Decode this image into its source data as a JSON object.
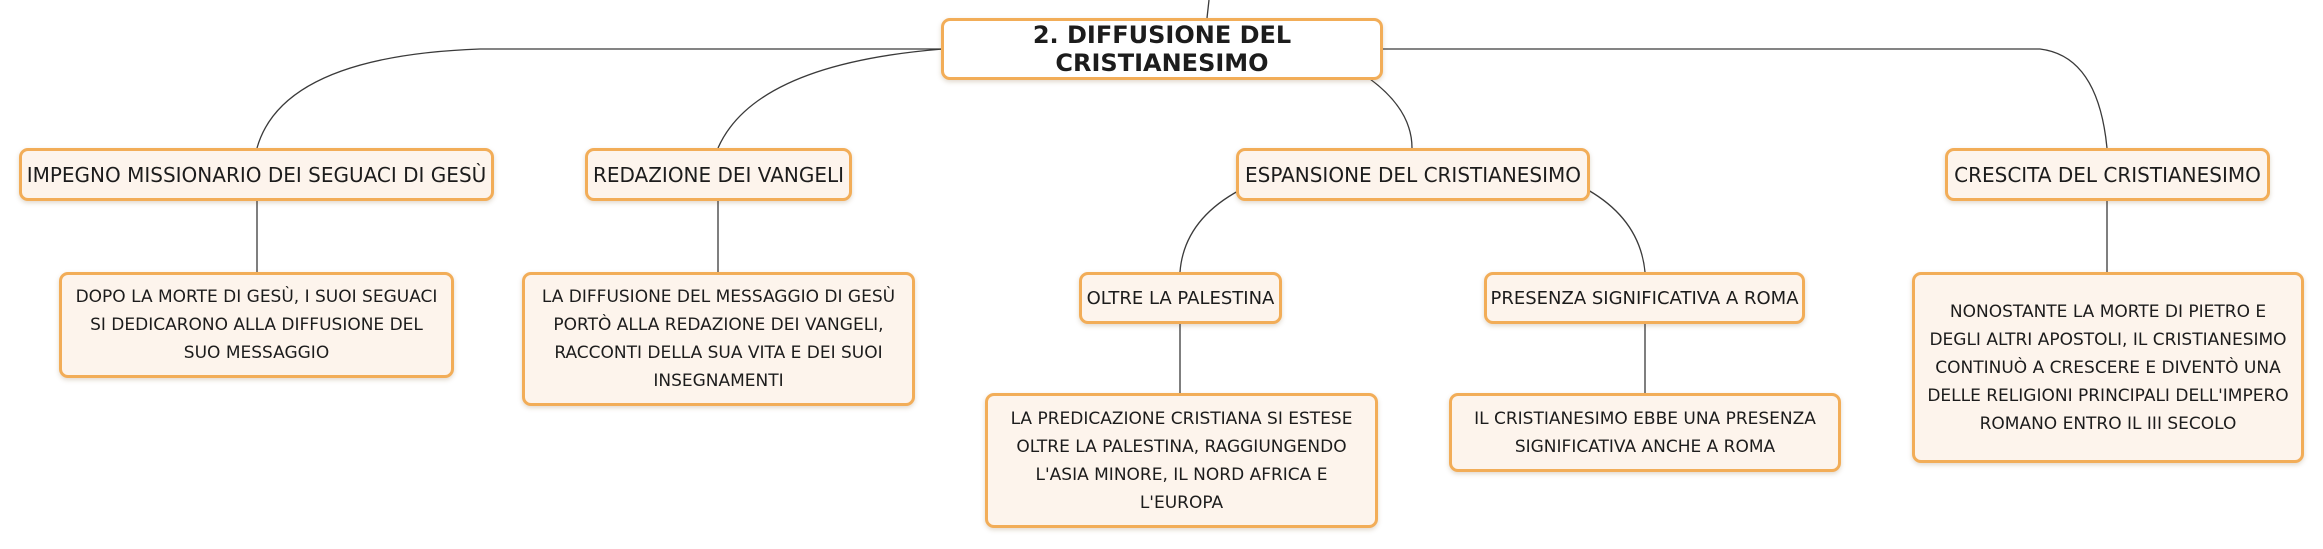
{
  "root": {
    "label": "2. DIFFUSIONE DEL CRISTIANESIMO"
  },
  "topics": {
    "impegno": {
      "label": "IMPEGNO MISSIONARIO DEI SEGUACI DI GESÙ",
      "detail": "DOPO LA MORTE DI GESÙ, I SUOI SEGUACI SI DEDICARONO ALLA DIFFUSIONE DEL SUO MESSAGGIO"
    },
    "redazione": {
      "label": "REDAZIONE DEI VANGELI",
      "detail": "LA DIFFUSIONE DEL MESSAGGIO DI GESÙ PORTÒ ALLA REDAZIONE DEI VANGELI, RACCONTI DELLA SUA VITA E DEI SUOI INSEGNAMENTI"
    },
    "espansione": {
      "label": "ESPANSIONE DEL CRISTIANESIMO",
      "palestina": {
        "label": "OLTRE LA PALESTINA",
        "detail": "LA PREDICAZIONE CRISTIANA SI ESTESE OLTRE LA PALESTINA, RAGGIUNGENDO L'ASIA MINORE, IL NORD AFRICA E L'EUROPA"
      },
      "roma": {
        "label": "PRESENZA SIGNIFICATIVA A ROMA",
        "detail": "IL CRISTIANESIMO EBBE UNA PRESENZA SIGNIFICATIVA ANCHE A ROMA"
      }
    },
    "crescita": {
      "label": "CRESCITA DEL CRISTIANESIMO",
      "detail": "NONOSTANTE LA MORTE DI PIETRO E DEGLI ALTRI APOSTOLI, IL CRISTIANESIMO CONTINUÒ A CRESCERE E DIVENTÒ UNA DELLE RELIGIONI PRINCIPALI DELL'IMPERO ROMANO ENTRO IL III SECOLO"
    }
  },
  "colors": {
    "node_border": "#f2ad58",
    "node_fill": "#fdf4ec",
    "connector": "#3a3a3a"
  }
}
